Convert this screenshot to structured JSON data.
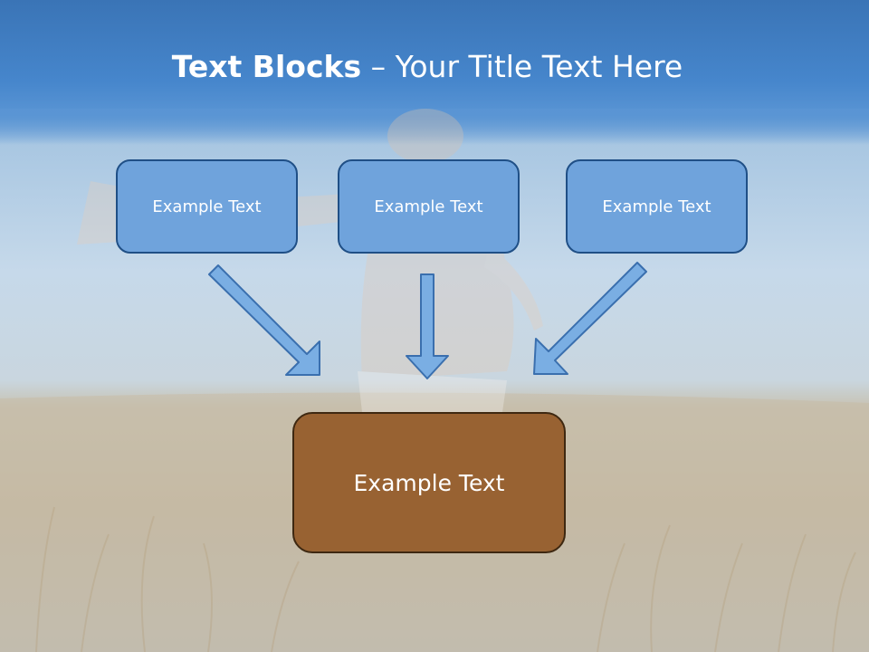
{
  "slide": {
    "title_bold": "Text Blocks",
    "title_separator": " – ",
    "title_rest": "Your Title Text Here"
  },
  "blocks": {
    "top_left": "Example Text",
    "top_middle": "Example Text",
    "top_right": "Example Text",
    "bottom": "Example Text"
  },
  "colors": {
    "header_blue": "#4686cc",
    "block_blue": "#6fa3dc",
    "block_blue_border": "#1f4f86",
    "block_brown": "#986232",
    "block_brown_border": "#3e2811",
    "arrow_fill": "#7aaee3",
    "arrow_stroke": "#3a6fae"
  }
}
